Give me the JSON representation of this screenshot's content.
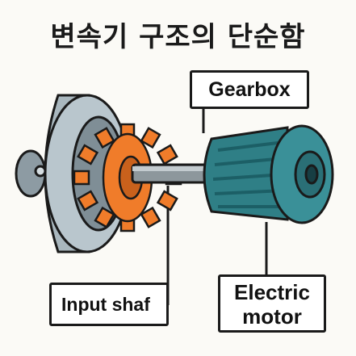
{
  "title": "변속기 구조의 단순함",
  "labels": {
    "gearbox": "Gearbox",
    "input_shaft": "Input shaf",
    "motor_line1": "Electric",
    "motor_line2": "motor"
  },
  "colors": {
    "background": "#fbfaf6",
    "housing": "#b9c6cd",
    "gear": "#f07c2a",
    "motor": "#2f7f86",
    "outline": "#1a1a1a"
  }
}
